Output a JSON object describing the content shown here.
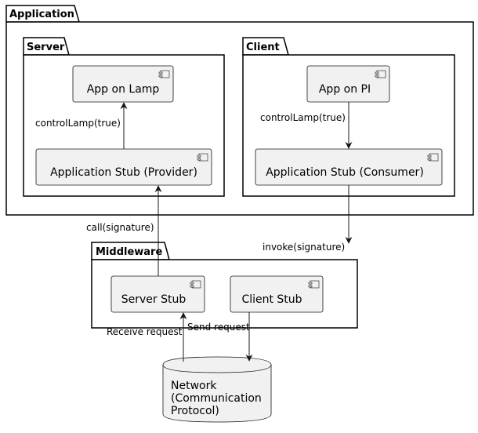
{
  "packages": {
    "application": "Application",
    "server": "Server",
    "client": "Client",
    "middleware": "Middleware"
  },
  "components": {
    "app_on_lamp": "App on Lamp",
    "app_stub_provider": "Application Stub (Provider)",
    "app_on_pi": "App on PI",
    "app_stub_consumer": "Application Stub (Consumer)",
    "server_stub": "Server Stub",
    "client_stub": "Client Stub"
  },
  "database": {
    "line1": "Network",
    "line2": "(Communication",
    "line3": "Protocol)"
  },
  "edges": {
    "server_control": "controlLamp(true)",
    "client_control": "controlLamp(true)",
    "call": "call(signature)",
    "invoke": "invoke(signature)",
    "receive": "Receive request",
    "send": "Send request"
  }
}
